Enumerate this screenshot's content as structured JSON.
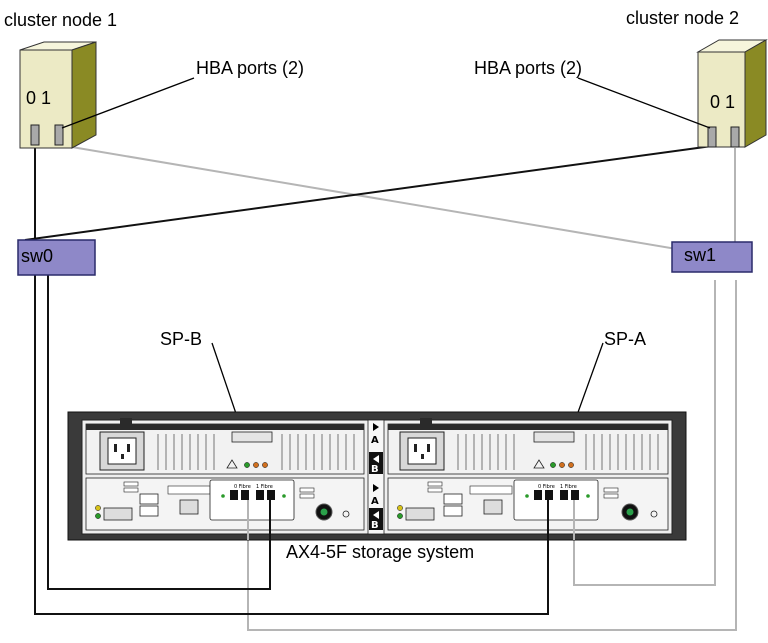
{
  "nodes": {
    "node1": {
      "label": "cluster node 1",
      "ports_label": "0 1"
    },
    "node2": {
      "label": "cluster node 2",
      "ports_label": "0 1"
    }
  },
  "hba_callouts": {
    "left": "HBA ports (2)",
    "right": "HBA ports (2)"
  },
  "switches": {
    "sw0": "sw0",
    "sw1": "sw1"
  },
  "storage": {
    "label": "AX4-5F storage system",
    "sp_b": "SP-B",
    "sp_a": "SP-A",
    "port_labels": {
      "fibre0": "0 Fibre",
      "fibre1": "1 Fibre"
    },
    "sp_markers": [
      "A",
      "B",
      "A",
      "B"
    ]
  },
  "colors": {
    "node_front": "#eceac5",
    "node_top": "#f6f5dc",
    "node_side": "#8a8a24",
    "switch_fill": "#8e88c8",
    "switch_border": "#2a2a6a",
    "cable_dark": "#111111",
    "cable_light": "#b5b5b5"
  }
}
